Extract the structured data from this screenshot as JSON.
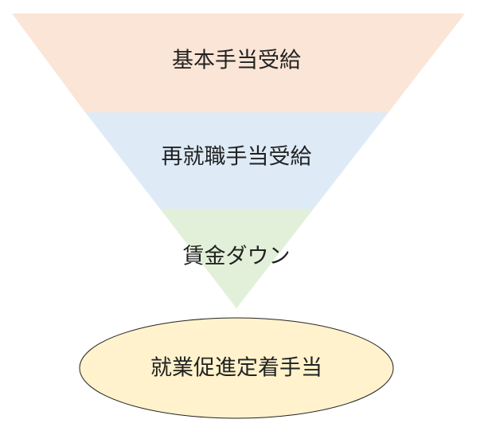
{
  "funnel": {
    "tiers": [
      {
        "label": "基本手当受給",
        "fill": "#FBE5D6"
      },
      {
        "label": "再就職手当受給",
        "fill": "#DEEBF7"
      },
      {
        "label": "賃金ダウン",
        "fill": "#E2F0D9"
      }
    ]
  },
  "outcome": {
    "label": "就業促進定着手当",
    "fill": "#FFF2CC",
    "stroke": "#222222"
  }
}
